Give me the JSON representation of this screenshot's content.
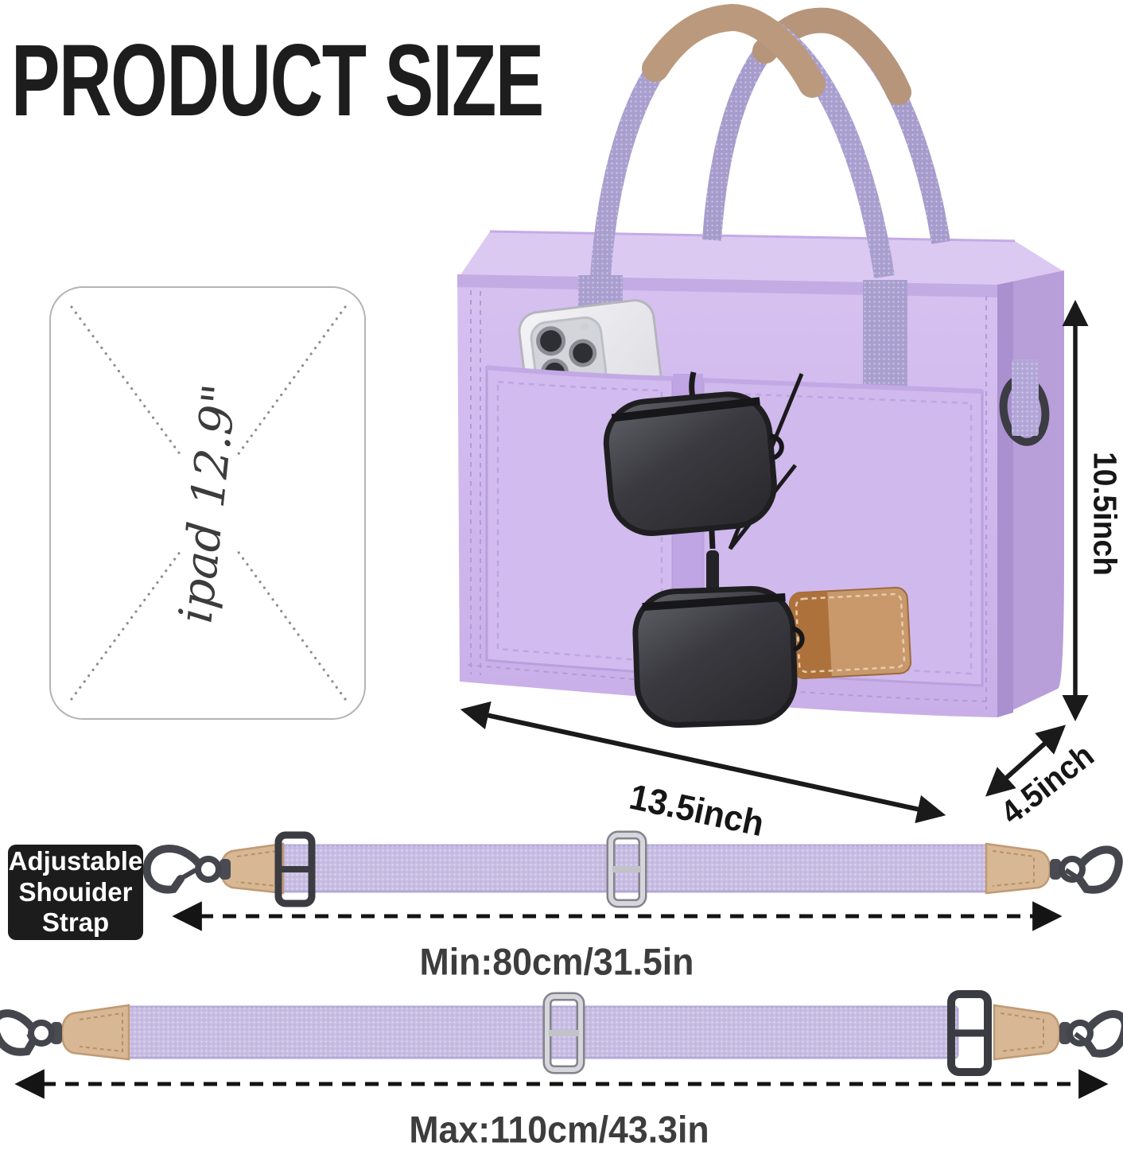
{
  "title": "PRODUCT SIZE",
  "ipad_overlay": {
    "label": "ipad 12.9\"",
    "style": "dashed-rounded-rectangle-with-dotted-x"
  },
  "dimensions": {
    "height": "10.5inch",
    "width": "13.5inch",
    "depth": "4.5inch"
  },
  "strap_label": {
    "line1": "Adjustable",
    "line2": "Shouider",
    "line3": "Strap"
  },
  "strap_min": {
    "label": "Min:80cm/31.5in"
  },
  "strap_max": {
    "label": "Max:110cm/43.3in"
  },
  "objects": {
    "bag": "lavender-canvas-tote-bag",
    "bag_contents": [
      "smartphone-in-front-pocket",
      "folded-sunglasses-hanging",
      "brown-leather-patch"
    ],
    "hardware": [
      "d-ring",
      "swivel-clasp",
      "slider-buckle"
    ],
    "straps": [
      "adjustable-shoulder-strap-short",
      "adjustable-shoulder-strap-long"
    ]
  },
  "colors": {
    "bag_front": "#cfb8ec",
    "bag_side": "#b89fd9",
    "bag_interior": "#dcc9f2",
    "handle_webbing": "#a9a0d0",
    "leather_tan": "#bb997c",
    "strap_webbing": "#c8bee3",
    "strap_tab_tan": "#d8b795",
    "gunmetal": "#3f3f46",
    "silver": "#d6d6dc",
    "patch_dark_brown": "#ad723c",
    "patch_light_brown": "#c9996b",
    "arrow_black": "#1a1a1a",
    "label_box_bg": "#1c1c1c",
    "label_box_text": "#ffffff"
  }
}
